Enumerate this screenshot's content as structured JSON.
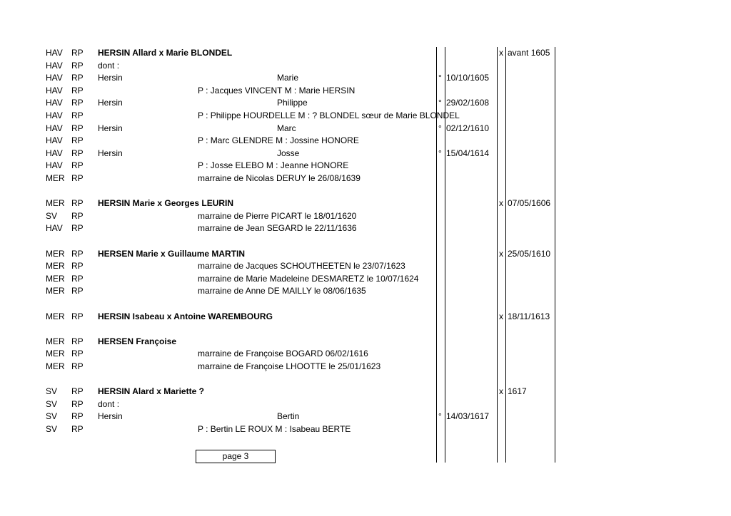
{
  "rows": [
    {
      "pl": "HAV",
      "src": "RP",
      "name": "HERSIN Allard x Marie BLONDEL",
      "bold": true,
      "mm": "x",
      "md": "avant 1605"
    },
    {
      "pl": "HAV",
      "src": "RP",
      "name": "dont :"
    },
    {
      "pl": "HAV",
      "src": "RP",
      "name": "Hersin",
      "first": "Marie",
      "bm": "°",
      "bd": "10/10/1605"
    },
    {
      "pl": "HAV",
      "src": "RP",
      "detail": "P : Jacques VINCENT M : Marie HERSIN"
    },
    {
      "pl": "HAV",
      "src": "RP",
      "name": "Hersin",
      "first": "Philippe",
      "bm": "°",
      "bd": "29/02/1608"
    },
    {
      "pl": "HAV",
      "src": "RP",
      "detail": "P : Philippe HOURDELLE M : ? BLONDEL sœur de Marie BLONDEL"
    },
    {
      "pl": "HAV",
      "src": "RP",
      "name": "Hersin",
      "first": "Marc",
      "bm": "°",
      "bd": "02/12/1610"
    },
    {
      "pl": "HAV",
      "src": "RP",
      "detail": "P : Marc GLENDRE M : Jossine HONORE"
    },
    {
      "pl": "HAV",
      "src": "RP",
      "name": "Hersin",
      "first": "Josse",
      "bm": "°",
      "bd": "15/04/1614"
    },
    {
      "pl": "HAV",
      "src": "RP",
      "detail": "P : Josse ELEBO M : Jeanne HONORE"
    },
    {
      "pl": "MER",
      "src": "RP",
      "detail": "marraine de Nicolas DERUY le 26/08/1639"
    },
    {},
    {
      "pl": "MER",
      "src": "RP",
      "name": "HERSIN Marie x Georges LEURIN",
      "bold": true,
      "mm": "x",
      "md": "07/05/1606"
    },
    {
      "pl": "SV",
      "src": "RP",
      "detail": "marraine de Pierre PICART le 18/01/1620"
    },
    {
      "pl": "HAV",
      "src": "RP",
      "detail": "marraine de Jean SEGARD le 22/11/1636"
    },
    {},
    {
      "pl": "MER",
      "src": "RP",
      "name": "HERSEN Marie x Guillaume MARTIN",
      "bold": true,
      "mm": "x",
      "md": "25/05/1610"
    },
    {
      "pl": "MER",
      "src": "RP",
      "detail": "marraine de Jacques SCHOUTHEETEN le 23/07/1623"
    },
    {
      "pl": "MER",
      "src": "RP",
      "detail": "marraine de Marie Madeleine DESMARETZ le 10/07/1624"
    },
    {
      "pl": "MER",
      "src": "RP",
      "detail": "marraine de Anne DE MAILLY le 08/06/1635"
    },
    {},
    {
      "pl": "MER",
      "src": "RP",
      "name": "HERSIN Isabeau x Antoine WAREMBOURG",
      "bold": true,
      "mm": "x",
      "md": "18/11/1613"
    },
    {},
    {
      "pl": "MER",
      "src": "RP",
      "name": "HERSEN Françoise",
      "bold": true
    },
    {
      "pl": "MER",
      "src": "RP",
      "detail": "marraine de Françoise BOGARD 06/02/1616"
    },
    {
      "pl": "MER",
      "src": "RP",
      "detail": "marraine de Françoise LHOOTTE le 25/01/1623"
    },
    {},
    {
      "pl": "SV",
      "src": "RP",
      "name": "HERSIN Alard x Mariette ?",
      "bold": true,
      "mm": "x",
      "md": "1617"
    },
    {
      "pl": "SV",
      "src": "RP",
      "name": "dont :"
    },
    {
      "pl": "SV",
      "src": "RP",
      "name": "Hersin",
      "first": "Bertin",
      "bm": "°",
      "bd": "14/03/1617"
    },
    {
      "pl": "SV",
      "src": "RP",
      "detail": "P : Bertin LE ROUX M : Isabeau BERTE"
    }
  ],
  "footer": {
    "page_label": "page 3"
  }
}
